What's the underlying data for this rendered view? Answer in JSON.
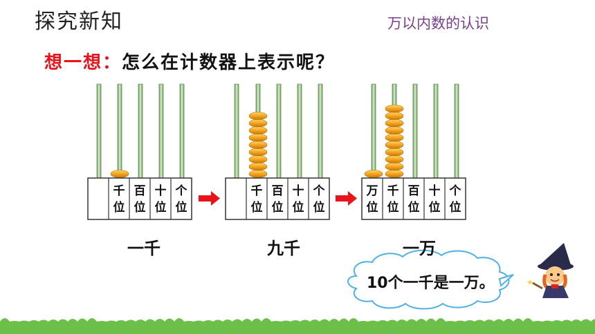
{
  "header": {
    "section_title": "探究新知",
    "lesson_title": "万以内数的认识"
  },
  "prompt": {
    "lead": "想一想：",
    "question": "怎么在计数器上表示呢？"
  },
  "abaci": [
    {
      "caption": "一千",
      "labels": [
        [
          "",
          ""
        ],
        [
          "千",
          "位"
        ],
        [
          "百",
          "位"
        ],
        [
          "十",
          "位"
        ],
        [
          "个",
          "位"
        ]
      ],
      "beads": [
        0,
        1,
        0,
        0,
        0
      ]
    },
    {
      "caption": "九千",
      "labels": [
        [
          "",
          ""
        ],
        [
          "千",
          "位"
        ],
        [
          "百",
          "位"
        ],
        [
          "十",
          "位"
        ],
        [
          "个",
          "位"
        ]
      ],
      "beads": [
        0,
        9,
        0,
        0,
        0
      ]
    },
    {
      "caption": "一万",
      "labels": [
        [
          "万",
          "位"
        ],
        [
          "千",
          "位"
        ],
        [
          "百",
          "位"
        ],
        [
          "十",
          "位"
        ],
        [
          "个",
          "位"
        ]
      ],
      "beads": [
        1,
        10,
        0,
        0,
        0
      ]
    }
  ],
  "speech": {
    "text": "10个一千是一万。"
  },
  "colors": {
    "accent_red": "#e8141b",
    "bead": "#f0a020",
    "rod": "#8fbf7a",
    "grass": "#6cc04a"
  }
}
